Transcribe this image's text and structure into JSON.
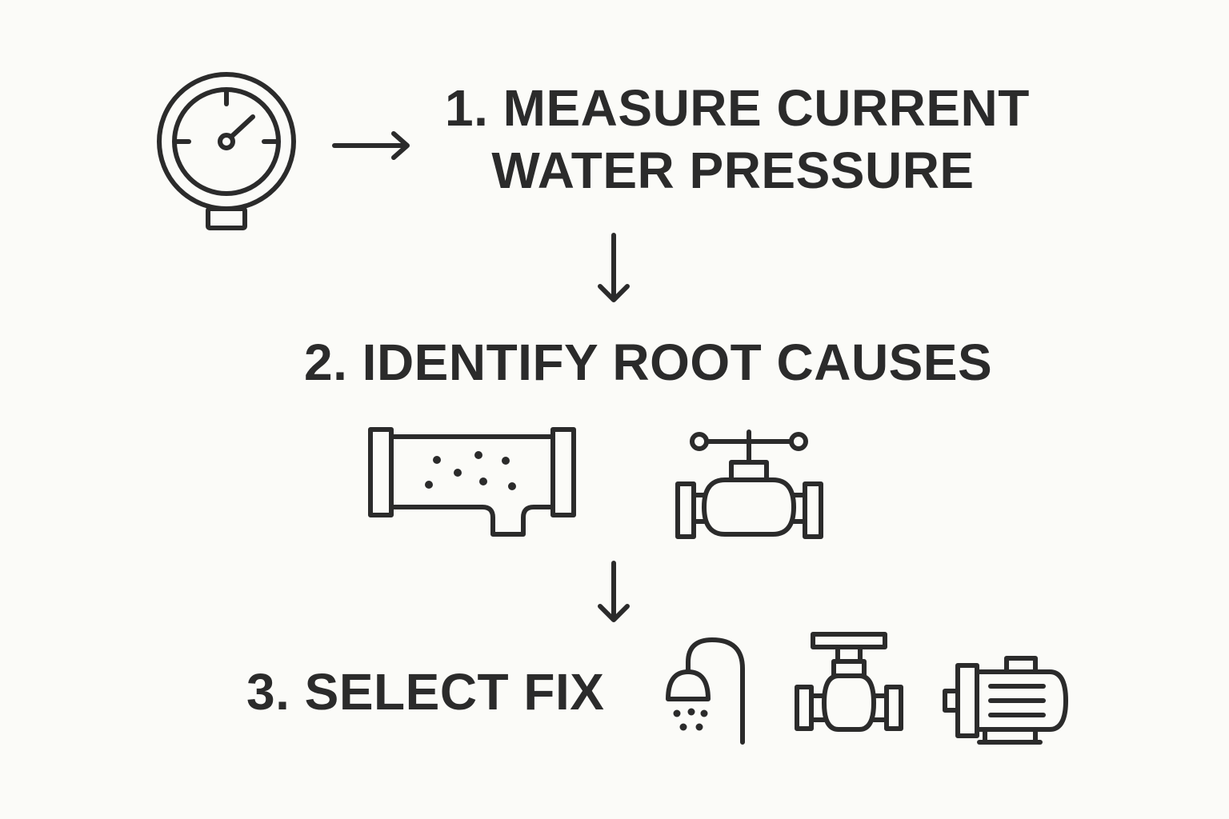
{
  "steps": [
    {
      "lines": [
        "1. MEASURE CURRENT",
        "WATER PRESSURE"
      ]
    },
    {
      "lines": [
        "2. IDENTIFY ROOT CAUSES"
      ]
    },
    {
      "lines": [
        "3. SELECT FIX"
      ]
    }
  ],
  "icons": {
    "step1": [
      "pressure-gauge-icon"
    ],
    "step2": [
      "clogged-pipe-icon",
      "gate-valve-icon"
    ],
    "step3": [
      "shower-head-icon",
      "valve-icon",
      "pump-motor-icon"
    ]
  },
  "arrows": [
    "right-arrow-icon",
    "down-arrow-icon",
    "down-arrow-icon"
  ],
  "colors": {
    "ink": "#2b2b2b",
    "background": "#fbfbf8"
  }
}
